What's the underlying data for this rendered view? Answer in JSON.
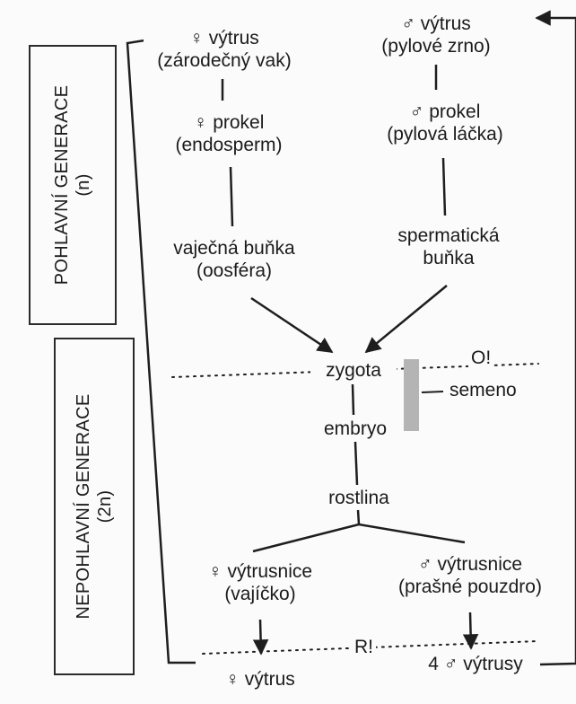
{
  "side_labels": {
    "haploid": {
      "line1": "POHLAVNÍ GENERACE",
      "line2": "(n)"
    },
    "diploid": {
      "line1": "NEPOHLAVNÍ GENERACE",
      "line2": "(2n)"
    }
  },
  "nodes": {
    "female_spore": {
      "line1": "♀ výtrus",
      "line2": "(zárodečný vak)"
    },
    "male_spore": {
      "line1": "♂ výtrus",
      "line2": "(pylové zrno)"
    },
    "female_prothallus": {
      "line1": "♀ prokel",
      "line2": "(endosperm)"
    },
    "male_prothallus": {
      "line1": "♂ prokel",
      "line2": "(pylová láčka)"
    },
    "egg_cell": {
      "line1": "vaječná buňka",
      "line2": "(oosféra)"
    },
    "sperm_cell": {
      "line1": "spermatická",
      "line2": "buňka"
    },
    "zygote": "zygota",
    "embryo": "embryo",
    "plant": "rostlina",
    "female_sporangium": {
      "line1": "♀ výtrusnice",
      "line2": "(vajíčko)"
    },
    "male_sporangium": {
      "line1": "♂ výtrusnice",
      "line2": "(prašné pouzdro)"
    },
    "female_spore_result": "♀ výtrus",
    "male_spores_result": "4 ♂ výtrusy"
  },
  "markers": {
    "fertilization": "O!",
    "seed": "semeno",
    "reduction": "R!"
  },
  "colors": {
    "line": "#1e1e1e",
    "seed_bar": "#b4b4b4"
  }
}
